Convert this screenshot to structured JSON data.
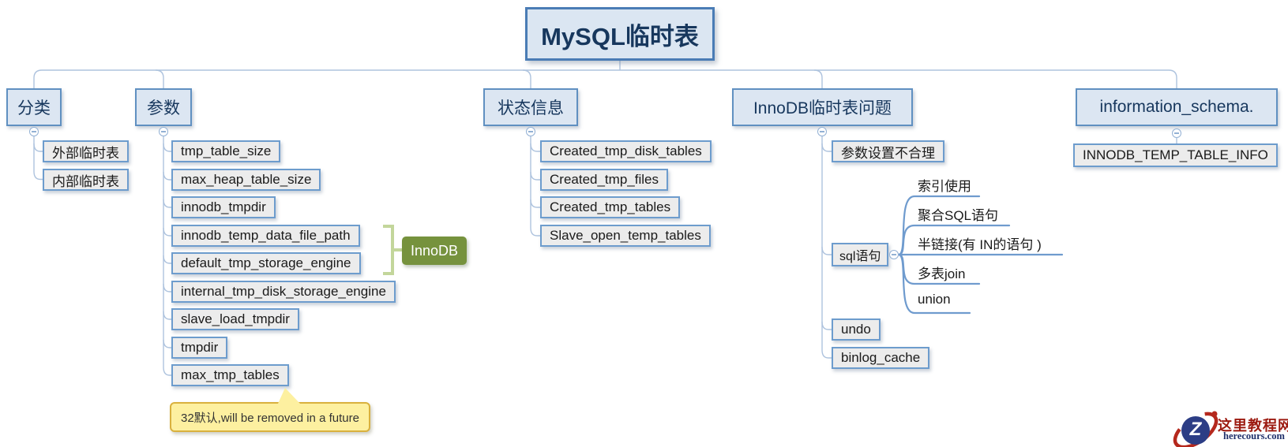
{
  "root": {
    "label": "MySQL临时表"
  },
  "branches": {
    "classification": {
      "label": "分类",
      "children": [
        {
          "label": "外部临时表"
        },
        {
          "label": "内部临时表"
        }
      ]
    },
    "parameters": {
      "label": "参数",
      "children": [
        {
          "label": "tmp_table_size"
        },
        {
          "label": "max_heap_table_size"
        },
        {
          "label": "innodb_tmpdir"
        },
        {
          "label": "innodb_temp_data_file_path"
        },
        {
          "label": "default_tmp_storage_engine"
        },
        {
          "label": "internal_tmp_disk_storage_engine"
        },
        {
          "label": "slave_load_tmpdir"
        },
        {
          "label": "tmpdir"
        },
        {
          "label": "max_tmp_tables"
        }
      ],
      "group": {
        "label": "InnoDB"
      },
      "callout": {
        "text": "32默认,will be removed in a future"
      }
    },
    "status": {
      "label": "状态信息",
      "children": [
        {
          "label": "Created_tmp_disk_tables"
        },
        {
          "label": "Created_tmp_files"
        },
        {
          "label": "Created_tmp_tables"
        },
        {
          "label": "Slave_open_temp_tables"
        }
      ]
    },
    "innodb_issues": {
      "label": "InnoDB临时表问题",
      "children": [
        {
          "label": "参数设置不合理"
        },
        {
          "label": "sql语句",
          "children": [
            {
              "label": "索引使用"
            },
            {
              "label": "聚合SQL语句"
            },
            {
              "label": "半链接(有 IN的语句 )"
            },
            {
              "label": "多表join"
            },
            {
              "label": "union"
            }
          ]
        },
        {
          "label": "undo"
        },
        {
          "label": "binlog_cache"
        }
      ]
    },
    "information_schema": {
      "label": "information_schema.",
      "children": [
        {
          "label": "INNODB_TEMP_TABLE_INFO"
        }
      ]
    }
  },
  "colors": {
    "root_fill": "#dbe6f2",
    "topic_fill": "#dce6f2",
    "sub_fill": "#ececec",
    "border_blue": "#6d9ccd",
    "wire_blue": "#aec3de",
    "group_green": "#76923d",
    "bracket_green": "#c3d69b",
    "callout_yellow": "#fdf0a0",
    "callout_border": "#d9b13e"
  },
  "watermark": {
    "site_name": "这里教程网",
    "site_url": "herecours.com",
    "logo_letter": "Z"
  }
}
